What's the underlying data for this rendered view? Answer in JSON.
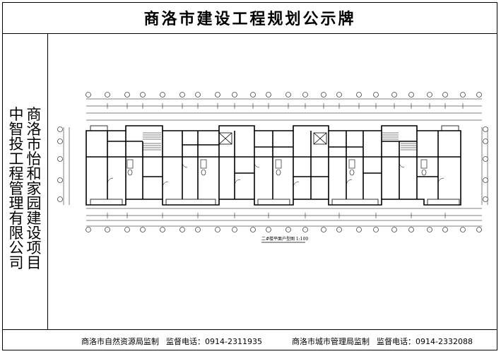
{
  "board": {
    "title": "商洛市建设工程规划公示牌",
    "side_col_right": "商洛市怡和家园建设项目",
    "side_col_left": "中智投工程管理有限公司"
  },
  "drawing": {
    "caption": "二#楼平面户型图 1:100"
  },
  "footer": {
    "left_authority": "商洛市自然资源局监制",
    "left_phone": "监督电话：0914-2311935",
    "right_authority": "商洛市城市管理局监制",
    "right_phone": "监督电话：0914-2332088"
  },
  "colors": {
    "line": "#000000",
    "paper": "#ffffff"
  }
}
